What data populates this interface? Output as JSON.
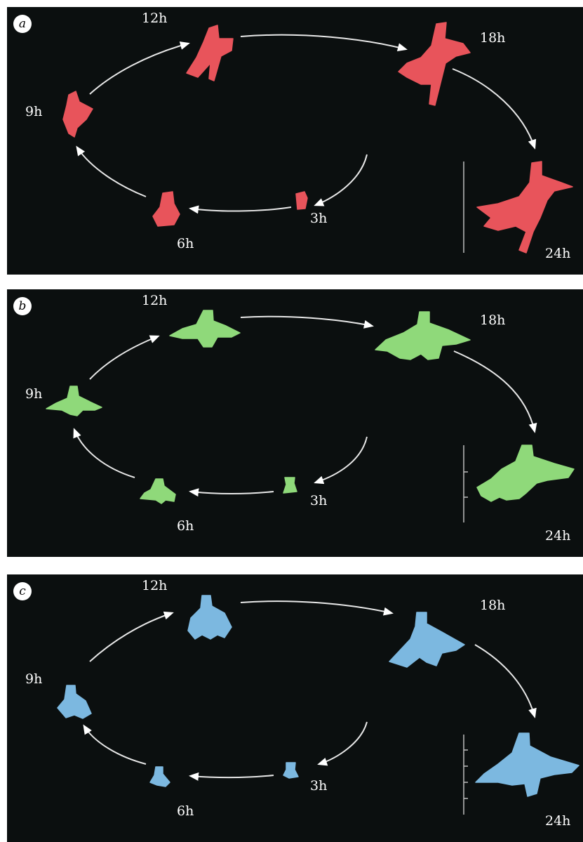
{
  "figure": {
    "panels": [
      {
        "id": "a",
        "label": "a",
        "color": "#e8545b",
        "times": {
          "t3": "3h",
          "t6": "6h",
          "t9": "9h",
          "t12": "12h",
          "t18": "18h",
          "t24": "24h"
        },
        "scale_bar": {
          "tick_marks": false
        }
      },
      {
        "id": "b",
        "label": "b",
        "color": "#8fd97a",
        "times": {
          "t3": "3h",
          "t6": "6h",
          "t9": "9h",
          "t12": "12h",
          "t18": "18h",
          "t24": "24h"
        },
        "scale_bar": {
          "tick_marks": true
        }
      },
      {
        "id": "c",
        "label": "c",
        "color": "#7cb8e0",
        "times": {
          "t3": "3h",
          "t6": "6h",
          "t9": "9h",
          "t12": "12h",
          "t18": "18h",
          "t24": "24h"
        },
        "scale_bar": {
          "tick_marks": true
        }
      }
    ]
  }
}
